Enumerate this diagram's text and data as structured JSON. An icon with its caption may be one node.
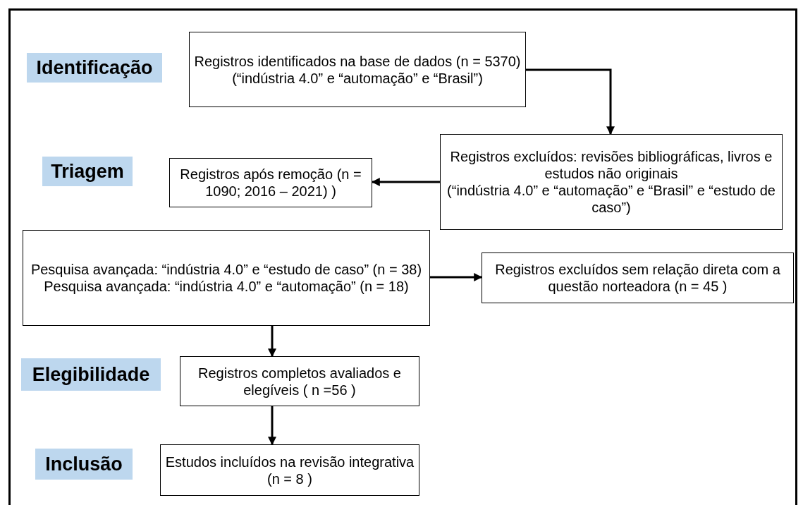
{
  "diagram": {
    "nodes": [
      {
        "text": [
          "Identificação"
        ]
      },
      {
        "text": [
          "Triagem"
        ]
      },
      {
        "text": [
          "Elegibilidade"
        ]
      },
      {
        "text": [
          "Inclusão"
        ]
      },
      {
        "text": [
          "Registros identificados na base de dados (n = 5370)",
          "(“indústria 4.0” e “automação” e “Brasil”)"
        ]
      },
      {
        "text": [
          "Registros excluídos: revisões bibliográficas, livros e estudos não originais",
          "(“indústria 4.0” e “automação” e “Brasil” e “estudo de caso”)"
        ]
      },
      {
        "text": [
          "Registros após remoção (n = 1090; 2016 – 2021) )"
        ]
      },
      {
        "text": [
          "Pesquisa avançada: “indústria 4.0” e “estudo de caso” (n = 38)",
          "Pesquisa avançada: “indústria 4.0” e “automação” (n = 18)"
        ]
      },
      {
        "text": [
          "Registros excluídos sem relação direta com a questão norteadora (n = 45 )"
        ]
      },
      {
        "text": [
          "Registros completos avaliados e elegíveis ( n =56 )"
        ]
      },
      {
        "text": [
          "Estudos incluídos na revisão integrativa (n = 8 )"
        ]
      }
    ],
    "edges": [
      {
        "from": 4,
        "to": 5,
        "arrow": "to"
      },
      {
        "from": 5,
        "to": 6,
        "arrow": "to"
      },
      {
        "from": 7,
        "to": 8,
        "arrow": "to"
      },
      {
        "from": 7,
        "to": 9,
        "arrow": "to"
      },
      {
        "from": 9,
        "to": 10,
        "arrow": "to"
      }
    ]
  }
}
